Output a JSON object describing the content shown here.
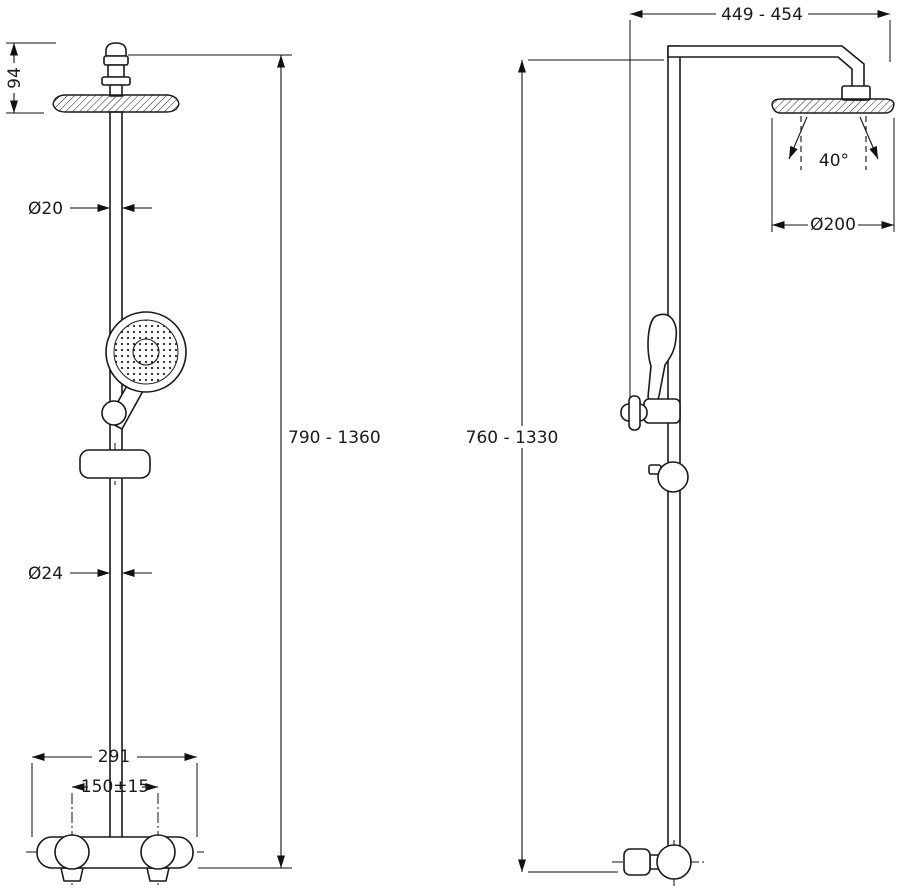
{
  "front_view": {
    "dim_head_height": "94",
    "dim_upper_pipe_diameter": "Ø20",
    "dim_total_height": "790 - 1360",
    "dim_lower_pipe_diameter": "Ø24",
    "dim_mixer_width": "291",
    "dim_inlet_spacing": "150±15"
  },
  "side_view": {
    "dim_depth": "449 - 454",
    "dim_spray_angle": "40°",
    "dim_head_diameter": "Ø200",
    "dim_total_height": "760 - 1330"
  }
}
